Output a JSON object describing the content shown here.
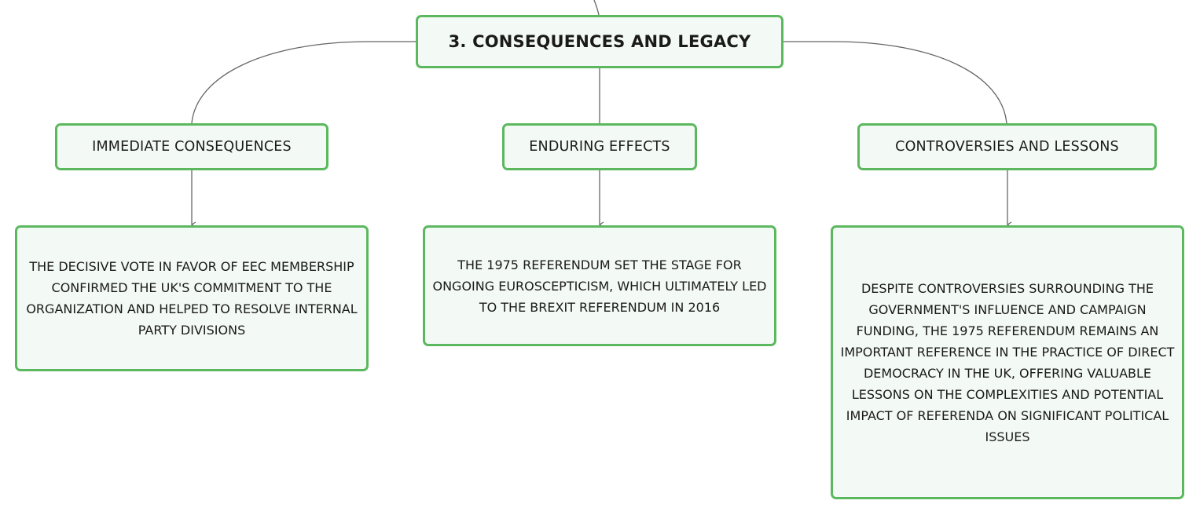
{
  "mindmap": {
    "root": {
      "label": "3. CONSEQUENCES AND LEGACY"
    },
    "topics": [
      {
        "label": "IMMEDIATE CONSEQUENCES",
        "detail": "THE DECISIVE VOTE IN FAVOR OF EEC MEMBERSHIP CONFIRMED THE UK'S COMMITMENT TO THE ORGANIZATION AND HELPED TO RESOLVE INTERNAL PARTY DIVISIONS"
      },
      {
        "label": "ENDURING EFFECTS",
        "detail": "THE 1975 REFERENDUM SET THE STAGE FOR ONGOING EUROSCEPTICISM, WHICH ULTIMATELY LED TO THE BREXIT REFERENDUM IN 2016"
      },
      {
        "label": "CONTROVERSIES AND LESSONS",
        "detail": "DESPITE CONTROVERSIES SURROUNDING THE GOVERNMENT'S INFLUENCE AND CAMPAIGN FUNDING, THE 1975 REFERENDUM REMAINS AN IMPORTANT REFERENCE IN THE PRACTICE OF DIRECT DEMOCRACY IN THE UK, OFFERING VALUABLE LESSONS ON THE COMPLEXITIES AND POTENTIAL IMPACT OF REFERENDA ON SIGNIFICANT POLITICAL ISSUES"
      }
    ],
    "colors": {
      "border": "#5cb85f",
      "fill": "#f3f9f4",
      "connector": "#666666",
      "text": "#1a1a1a"
    }
  }
}
